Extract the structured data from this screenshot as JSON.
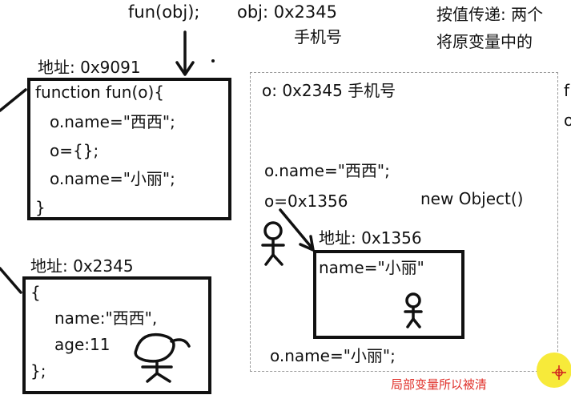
{
  "top": {
    "call": "fun(obj);",
    "obj_ref": "obj: 0x2345",
    "obj_note": "手机号",
    "right_line1": "按值传递: 两个",
    "right_line2": "将原变量中的"
  },
  "func_box": {
    "addr": "地址: 0x9091",
    "lines": [
      "function fun(o){",
      "o.name=\"西西\";",
      "o={};",
      "o.name=\"小丽\";",
      "}"
    ]
  },
  "obj_box": {
    "addr": "地址: 0x2345",
    "lines": [
      "{",
      "name:\"西西\",",
      "age:11",
      "};"
    ]
  },
  "scope": {
    "o_ref": "o: 0x2345 手机号",
    "stmt1": "o.name=\"西西\";",
    "stmt2": "o=0x1356",
    "new_obj": "new Object()",
    "new_addr": "地址: 0x1356",
    "new_content": "name=\"小丽\"",
    "stmt3": "o.name=\"小丽\";",
    "edge_chars": [
      "f",
      "o"
    ]
  },
  "note": "局部变量所以被清",
  "colors": {
    "ink": "#111111",
    "dash": "#9a9a9a",
    "note": "#e0302a",
    "highlight": "#f7ea3a"
  }
}
